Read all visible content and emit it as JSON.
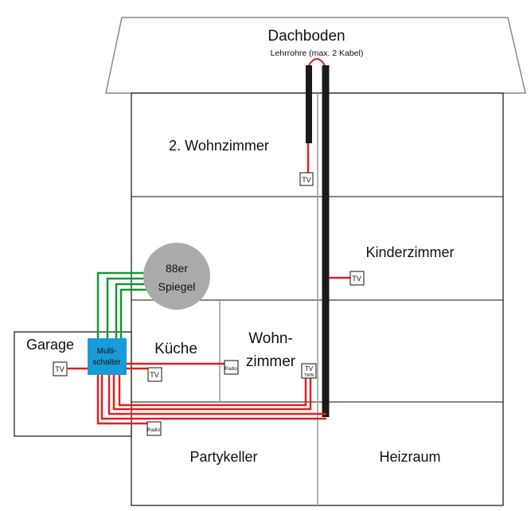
{
  "rooms": {
    "attic": "Dachboden",
    "attic_note": "Lehrrohre (max. 2 Kabel)",
    "living2": "2. Wohnzimmer",
    "kids": "Kinderzimmer",
    "kitchen": "Küche",
    "living_1": "Wohn-",
    "living_2": "zimmer",
    "garage": "Garage",
    "party": "Partykeller",
    "boiler": "Heizraum"
  },
  "dish": {
    "line1": "88er",
    "line2": "Spiegel",
    "color": "#aaaaaa"
  },
  "multiswitch": {
    "line1": "Multi-",
    "line2": "schalter",
    "color": "#1a9ad6"
  },
  "outlets": {
    "tv": "TV",
    "radio": "Radio",
    "twin_top": "TV",
    "twin_bottom": "TWIN"
  },
  "colors": {
    "coax": "#e02020",
    "lnb": "#119933",
    "conduit": "#1a1a1a"
  }
}
